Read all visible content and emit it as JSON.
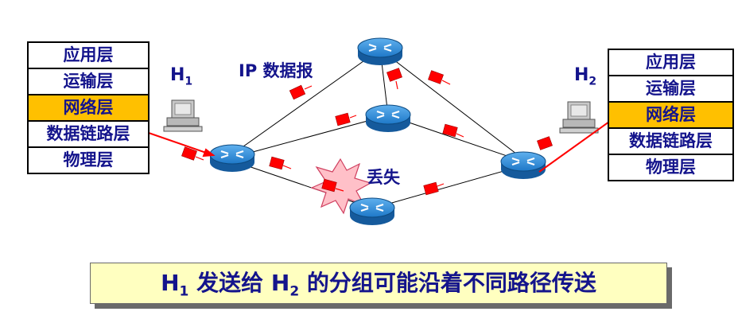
{
  "stack_h1": {
    "layers": [
      "应用层",
      "运输层",
      "网络层",
      "数据链路层",
      "物理层"
    ],
    "highlight_index": 2
  },
  "stack_h2": {
    "layers": [
      "应用层",
      "运输层",
      "网络层",
      "数据链路层",
      "物理层"
    ],
    "highlight_index": 2
  },
  "host1": {
    "letter": "H",
    "sub": "1"
  },
  "host2": {
    "letter": "H",
    "sub": "2"
  },
  "ip_label": "IP 数据报",
  "lost_label": "丢失",
  "caption": {
    "h1_letter": "H",
    "h1_sub": "1",
    "middle": " 发送给 ",
    "h2_letter": "H",
    "h2_sub": "2",
    "rest": " 的分组可能沿着不同路径传送"
  },
  "colors": {
    "text": "#14148c",
    "highlight": "#ffc000",
    "packet": "#ff0000",
    "router": "#1e78c8",
    "caption_bg": "#ffffc0"
  }
}
